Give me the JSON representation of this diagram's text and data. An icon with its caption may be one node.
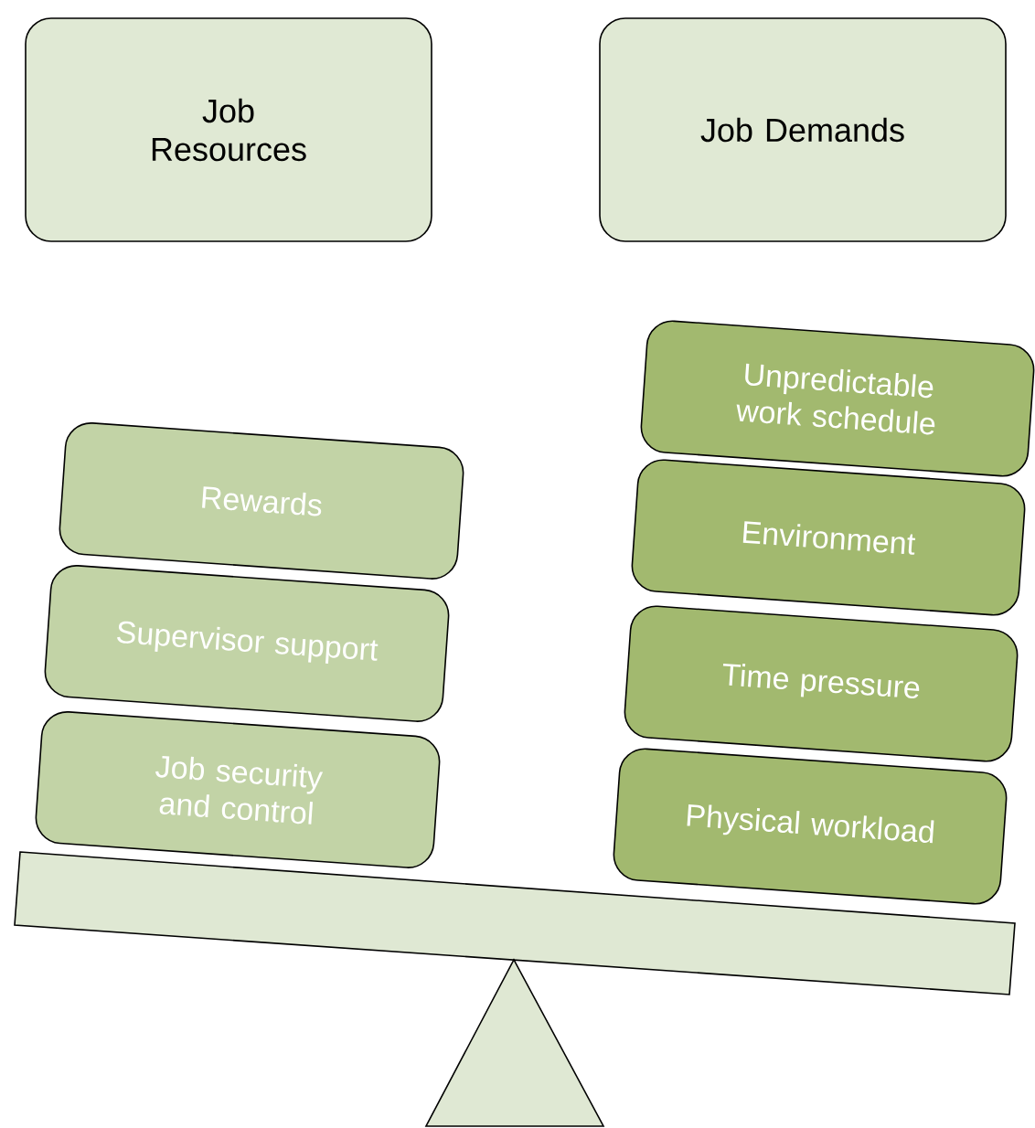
{
  "diagram": {
    "nodes": [
      {
        "text": [
          "Job Resources"
        ]
      },
      {
        "text": [
          "Job Demands"
        ]
      },
      {
        "text": [
          "Rewards"
        ]
      },
      {
        "text": [
          "Supervisor support"
        ]
      },
      {
        "text": [
          "Job security and control"
        ]
      },
      {
        "text": [
          "Unpredictable work schedule"
        ]
      },
      {
        "text": [
          "Environment"
        ]
      },
      {
        "text": [
          "Time pressure"
        ]
      },
      {
        "text": [
          "Physical workload"
        ]
      }
    ]
  }
}
